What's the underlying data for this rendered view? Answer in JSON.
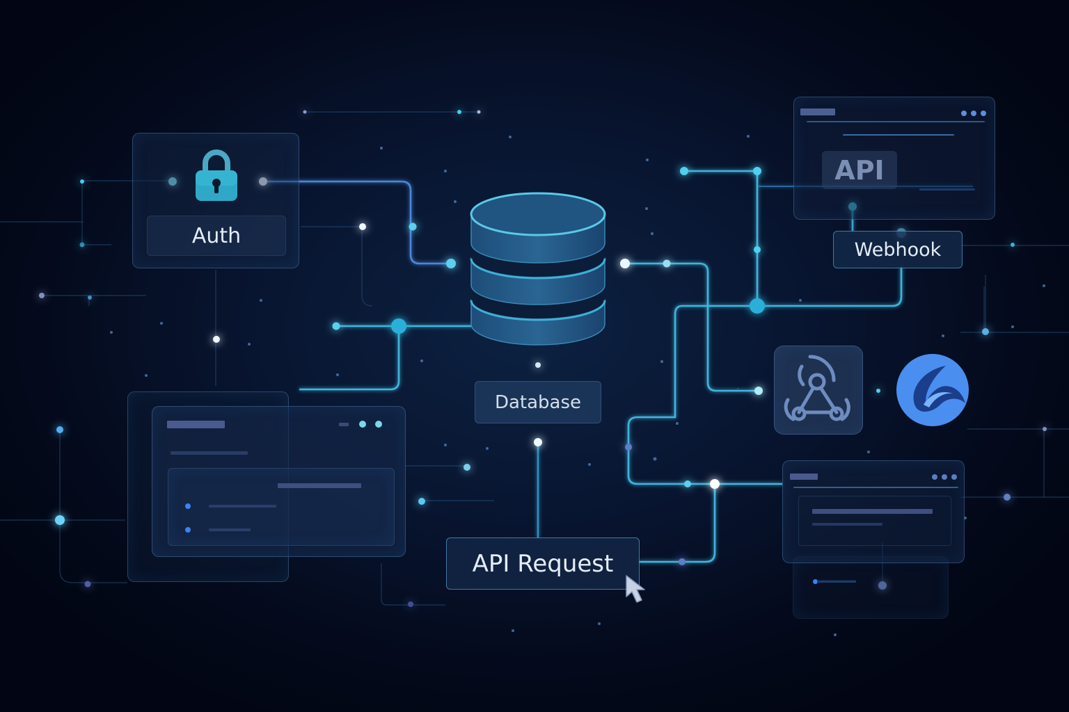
{
  "diagram": {
    "theme": {
      "background": "#040a1c",
      "accent_cyan": "#4fc3e8",
      "accent_blue": "#3b82f6",
      "panel_border": "#6ea0dc",
      "label_text": "#e6ecf5"
    },
    "nodes": {
      "auth": {
        "label": "Auth",
        "icon": "lock-icon"
      },
      "database": {
        "label": "Database",
        "icon": "database-icon"
      },
      "api_window": {
        "badge": "API",
        "window_controls": 3
      },
      "webhook": {
        "label": "Webhook"
      },
      "hub": {
        "icon": "webhook-hub-icon"
      },
      "brand": {
        "icon": "brand-logo-icon"
      },
      "api_request": {
        "label": "API Request",
        "cursor": "pointer-cursor-icon"
      },
      "app_window_left": {
        "window_controls": 3,
        "list_items": 2
      },
      "app_window_right": {
        "window_controls": 3
      }
    },
    "edges": [
      {
        "from": "auth",
        "to": "database"
      },
      {
        "from": "database",
        "to": "webhook"
      },
      {
        "from": "database",
        "to": "api_request"
      },
      {
        "from": "database",
        "to": "app_window_left"
      },
      {
        "from": "database",
        "to": "hub"
      },
      {
        "from": "api_window",
        "to": "webhook"
      },
      {
        "from": "api_request",
        "to": "app_window_right"
      }
    ]
  }
}
